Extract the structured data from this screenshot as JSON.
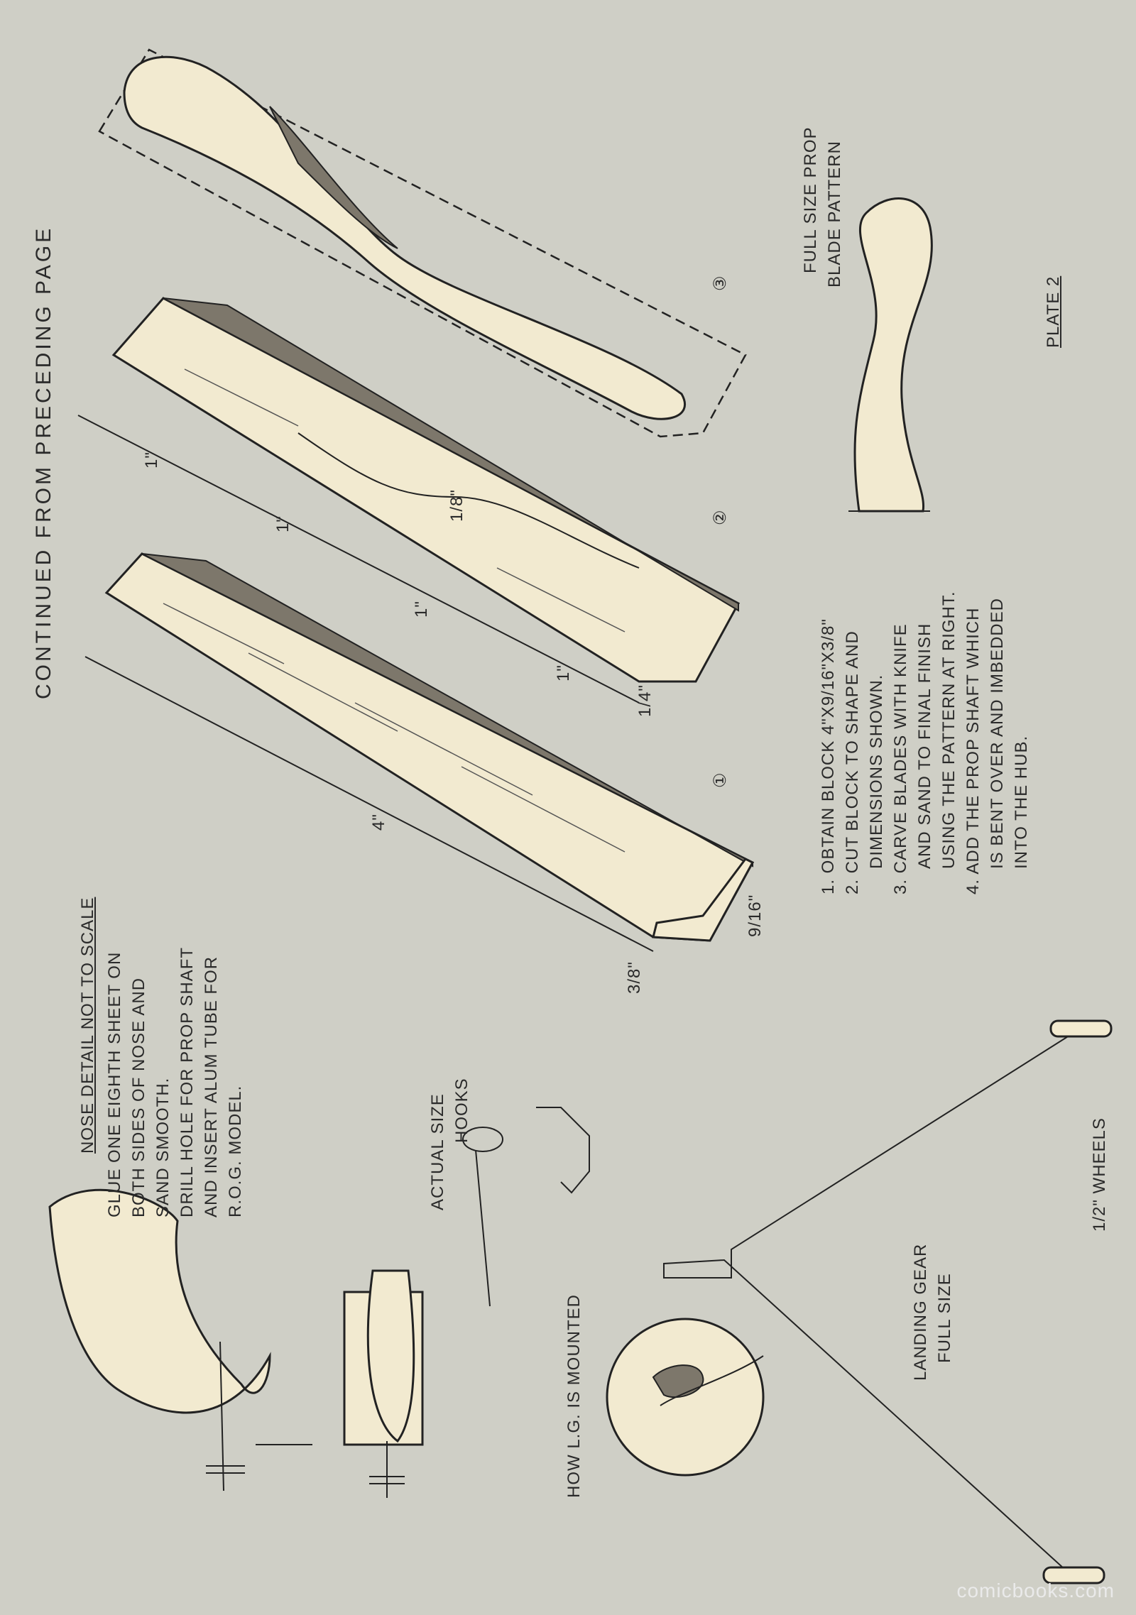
{
  "header": {
    "continued": "CONTINUED FROM PRECEDING PAGE"
  },
  "nose_detail": {
    "title": "NOSE DETAIL NOT TO SCALE",
    "lines": [
      "GLUE ONE EIGHTH SHEET ON",
      "BOTH SIDES OF NOSE AND",
      "SAND SMOOTH.",
      "DRILL HOLE FOR PROP SHAFT",
      "AND INSERT ALUM TUBE FOR",
      "R.O.G. MODEL."
    ]
  },
  "hooks": {
    "line1": "ACTUAL SIZE",
    "line2": "HOOKS"
  },
  "mount": {
    "label": "HOW L.G. IS MOUNTED"
  },
  "landing_gear": {
    "line1": "LANDING GEAR",
    "line2": "FULL SIZE"
  },
  "wheels": {
    "label": "1/2\" WHEELS"
  },
  "instructions": [
    "1. OBTAIN BLOCK 4\"X9/16\"X3/8\"",
    "2. CUT BLOCK TO SHAPE AND",
    "DIMENSIONS SHOWN.",
    "3. CARVE BLADES WITH KNIFE",
    "AND SAND TO FINAL FINISH",
    "USING THE PATTERN AT RIGHT.",
    "4. ADD THE PROP SHAFT WHICH",
    "IS BENT OVER AND IMBEDDED",
    "INTO THE HUB."
  ],
  "blade_pattern": {
    "line1": "FULL SIZE PROP",
    "line2": "BLADE PATTERN"
  },
  "plate": {
    "label": "PLATE 2"
  },
  "steps": [
    "①",
    "②",
    "③"
  ],
  "dimensions": {
    "length": "4\"",
    "width": "9/16\"",
    "depth": "3/8\"",
    "hub": "1/8\"",
    "segment_1": "1\"",
    "segment_2": "1\"",
    "segment_3": "1\"",
    "segment_4": "1\"",
    "end": "1/4\""
  },
  "watermark": "comicbooks.com"
}
